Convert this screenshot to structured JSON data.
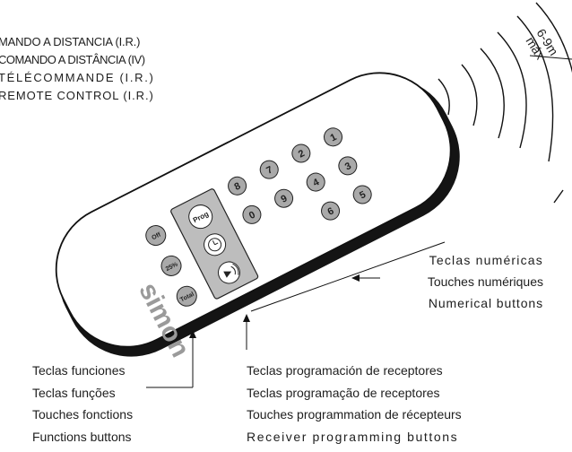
{
  "titles": [
    "MANDO A DISTANCIA (I.R.)",
    "COMANDO A DISTÂNCIA (IV)",
    "TÉLÉCOMMANDE (I.R.)",
    "REMOTE CONTROL (I.R.)"
  ],
  "range": {
    "distance": "6-9m",
    "qualifier": "máx"
  },
  "remote": {
    "brand": "simon",
    "numeric_keys": [
      "1",
      "2",
      "3",
      "4",
      "5",
      "6",
      "7",
      "8",
      "9",
      "0"
    ],
    "function_keys": [
      "Off",
      "25%",
      "Total"
    ],
    "programming_keys": [
      "Prog",
      "clock-icon",
      "receiver-icon"
    ]
  },
  "callouts": {
    "numerical_buttons": [
      "Teclas numéricas",
      "Touches numériques",
      "Numerical buttons"
    ],
    "function_buttons": [
      "Teclas funciones",
      "Teclas funções",
      "Touches fonctions",
      "Functions buttons"
    ],
    "programming_buttons": [
      "Teclas programación de receptores",
      "Teclas programação de receptores",
      "Touches programmation de récepteurs",
      "Receiver programming buttons"
    ]
  }
}
